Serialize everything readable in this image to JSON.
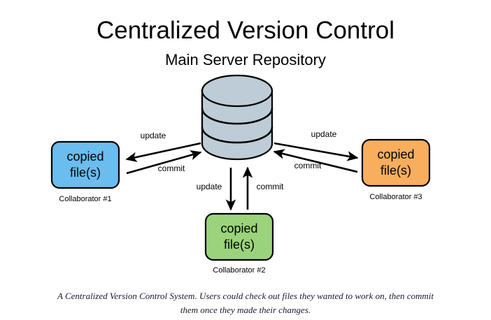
{
  "page": {
    "background_color": "#ffffff",
    "title": "Centralized Version Control",
    "subtitle": "Main Server Repository",
    "caption_line1": "A Centralized Version Control System. Users could check out files they wanted to work on, then commit",
    "caption_line2": "them once they made their changes."
  },
  "server": {
    "name": "Main Server Repository",
    "icon": "database-cylinder-icon",
    "fill_color": "#bdccd6",
    "stroke_color": "#000000",
    "segments": 3
  },
  "nodes": [
    {
      "id": "collaborator-1",
      "label_line1": "copied",
      "label_line2": "file(s)",
      "caption": "Collaborator #1",
      "fill_color": "#6bbcef",
      "stroke_color": "#000000",
      "position": "left"
    },
    {
      "id": "collaborator-2",
      "label_line1": "copied",
      "label_line2": "file(s)",
      "caption": "Collaborator #2",
      "fill_color": "#9bd37c",
      "stroke_color": "#000000",
      "position": "bottom"
    },
    {
      "id": "collaborator-3",
      "label_line1": "copied",
      "label_line2": "file(s)",
      "caption": "Collaborator #3",
      "fill_color": "#f9ae5e",
      "stroke_color": "#000000",
      "position": "right"
    }
  ],
  "edges": [
    {
      "id": "left-update",
      "label": "update",
      "from": "server",
      "to": "collaborator-1",
      "side": "left"
    },
    {
      "id": "left-commit",
      "label": "commit",
      "from": "collaborator-1",
      "to": "server",
      "side": "left"
    },
    {
      "id": "right-update",
      "label": "update",
      "from": "server",
      "to": "collaborator-3",
      "side": "right"
    },
    {
      "id": "right-commit",
      "label": "commit",
      "from": "collaborator-3",
      "to": "server",
      "side": "right"
    },
    {
      "id": "bottom-update",
      "label": "update",
      "from": "server",
      "to": "collaborator-2",
      "side": "bottom"
    },
    {
      "id": "bottom-commit",
      "label": "commit",
      "from": "collaborator-2",
      "to": "server",
      "side": "bottom"
    }
  ]
}
